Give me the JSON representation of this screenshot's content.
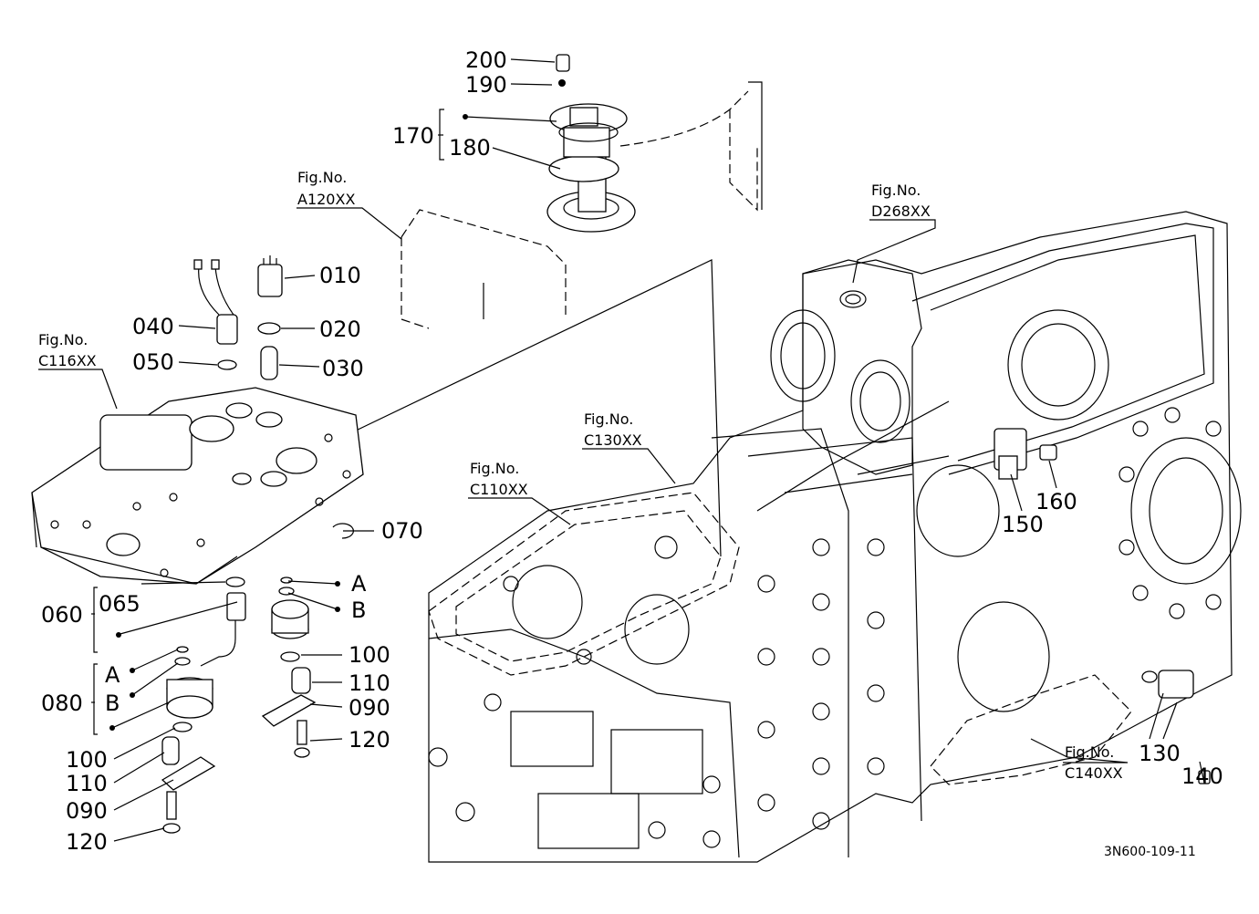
{
  "diagram": {
    "drawing_code": "3N600-109-11",
    "figure_refs": {
      "a120": {
        "label": "Fig.No.",
        "code": "A120XX"
      },
      "c116": {
        "label": "Fig.No.",
        "code": "C116XX"
      },
      "d268": {
        "label": "Fig.No.",
        "code": "D268XX"
      },
      "c130": {
        "label": "Fig.No.",
        "code": "C130XX"
      },
      "c110": {
        "label": "Fig.No.",
        "code": "C110XX"
      },
      "c140": {
        "label": "Fig.No.",
        "code": "C140XX"
      }
    },
    "callouts": {
      "p200": "200",
      "p190": "190",
      "p170": "170",
      "p180": "180",
      "p010": "010",
      "p020": "020",
      "p030": "030",
      "p040": "040",
      "p050": "050",
      "p070": "070",
      "p060": "060",
      "p065": "065",
      "pA1": "A",
      "pB1": "B",
      "pA2": "A",
      "pB2": "B",
      "p080": "080",
      "p100r": "100",
      "p110r": "110",
      "p090r": "090",
      "p120r": "120",
      "p100l": "100",
      "p110l": "110",
      "p090l": "090",
      "p120l": "120",
      "p150": "150",
      "p160": "160",
      "p130": "130",
      "p140": "140"
    }
  }
}
